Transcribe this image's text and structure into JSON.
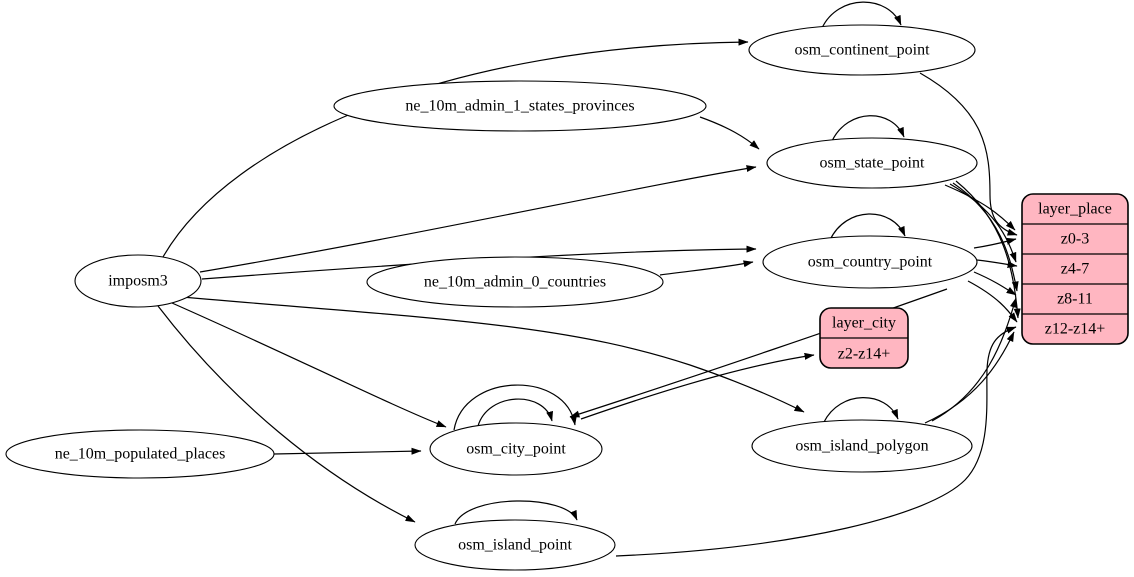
{
  "diagram": {
    "type": "etl-graph",
    "background_color": "#ffffff",
    "table_fill_color": "#ffffff",
    "layer_fill_color": "#ffb6c1",
    "edge_color": "#000000",
    "tables": {
      "imposm3": {
        "label": "imposm3"
      },
      "ne_10m_admin_1_states_provinces": {
        "label": "ne_10m_admin_1_states_provinces"
      },
      "ne_10m_admin_0_countries": {
        "label": "ne_10m_admin_0_countries"
      },
      "ne_10m_populated_places": {
        "label": "ne_10m_populated_places"
      },
      "osm_continent_point": {
        "label": "osm_continent_point"
      },
      "osm_state_point": {
        "label": "osm_state_point"
      },
      "osm_country_point": {
        "label": "osm_country_point"
      },
      "osm_city_point": {
        "label": "osm_city_point"
      },
      "osm_island_polygon": {
        "label": "osm_island_polygon"
      },
      "osm_island_point": {
        "label": "osm_island_point"
      }
    },
    "layers": {
      "layer_city": {
        "title": "layer_city",
        "rows": [
          "z2-z14+"
        ]
      },
      "layer_place": {
        "title": "layer_place",
        "rows": [
          "z0-3",
          "z4-7",
          "z8-11",
          "z12-z14+"
        ]
      }
    },
    "edges": [
      {
        "from": "imposm3",
        "to": "osm_continent_point"
      },
      {
        "from": "imposm3",
        "to": "osm_state_point"
      },
      {
        "from": "imposm3",
        "to": "osm_country_point"
      },
      {
        "from": "imposm3",
        "to": "osm_city_point"
      },
      {
        "from": "imposm3",
        "to": "osm_island_polygon"
      },
      {
        "from": "imposm3",
        "to": "osm_island_point"
      },
      {
        "from": "ne_10m_admin_1_states_provinces",
        "to": "osm_state_point"
      },
      {
        "from": "ne_10m_admin_0_countries",
        "to": "osm_country_point"
      },
      {
        "from": "ne_10m_populated_places",
        "to": "osm_city_point"
      },
      {
        "from": "osm_continent_point",
        "to": "osm_continent_point"
      },
      {
        "from": "osm_state_point",
        "to": "osm_state_point"
      },
      {
        "from": "osm_country_point",
        "to": "osm_country_point"
      },
      {
        "from": "osm_city_point",
        "to": "osm_city_point"
      },
      {
        "from": "osm_city_point",
        "to": "osm_city_point"
      },
      {
        "from": "osm_island_polygon",
        "to": "osm_island_polygon"
      },
      {
        "from": "osm_island_point",
        "to": "osm_island_point"
      },
      {
        "from": "osm_continent_point",
        "to": "layer_place:z0-3"
      },
      {
        "from": "osm_state_point",
        "to": "layer_place:z0-3"
      },
      {
        "from": "osm_state_point",
        "to": "layer_place:z4-7"
      },
      {
        "from": "osm_state_point",
        "to": "layer_place:z8-11"
      },
      {
        "from": "osm_state_point",
        "to": "layer_place:z12-z14+"
      },
      {
        "from": "osm_country_point",
        "to": "layer_place:z0-3"
      },
      {
        "from": "osm_country_point",
        "to": "layer_place:z4-7"
      },
      {
        "from": "osm_country_point",
        "to": "layer_place:z8-11"
      },
      {
        "from": "osm_country_point",
        "to": "layer_place:z12-z14+"
      },
      {
        "from": "osm_island_polygon",
        "to": "layer_place:z8-11"
      },
      {
        "from": "osm_island_polygon",
        "to": "layer_place:z12-z14+"
      },
      {
        "from": "osm_island_point",
        "to": "layer_place:z12-z14+"
      },
      {
        "from": "osm_city_point",
        "to": "layer_city:z2-z14+"
      },
      {
        "from": "osm_country_point",
        "to": "osm_city_point"
      }
    ]
  }
}
